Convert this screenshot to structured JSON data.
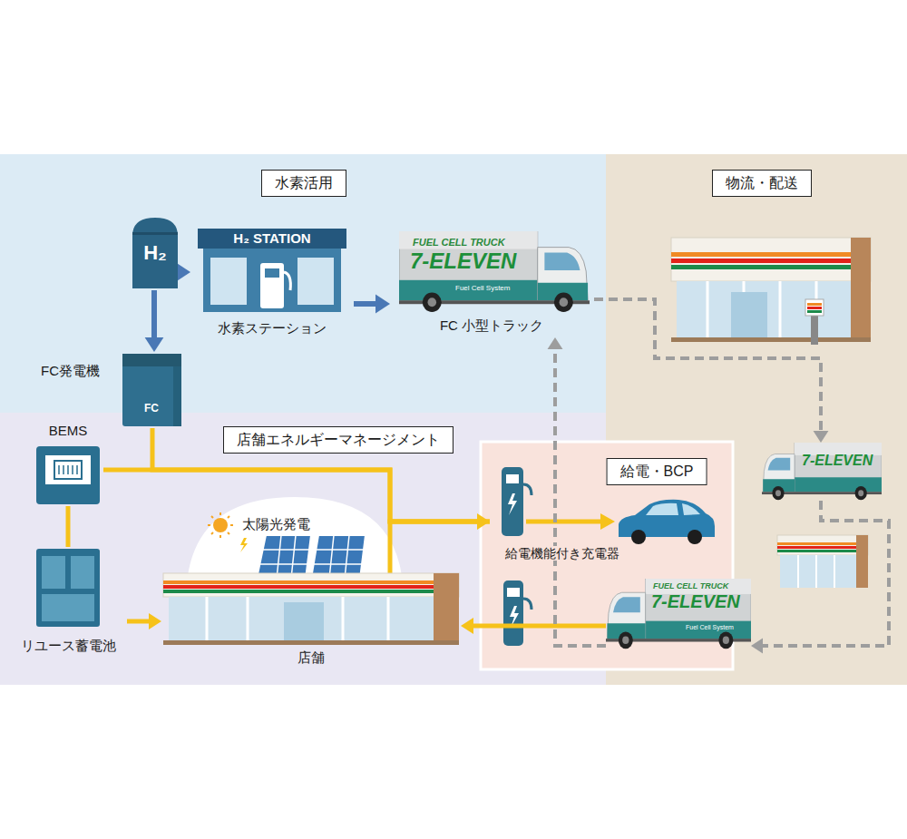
{
  "diagram": {
    "nodes": [
      {
        "text": [
          "水素活用"
        ]
      },
      {
        "text": [
          "H₂"
        ],
        "in": 0
      },
      {
        "text": [
          "H₂ STATION",
          "水素ステーション"
        ],
        "in": 0
      },
      {
        "text": [
          "FUEL CELL TRUCK",
          "7-ELEVEN",
          "Fuel Cell System",
          "FC 小型トラック"
        ],
        "in": 0
      },
      {
        "text": [
          "FC発電機",
          "FC"
        ],
        "in": 0
      },
      {
        "text": [
          "物流・配送"
        ]
      },
      {
        "text": [
          "7-ELEVEN"
        ],
        "in": 5
      },
      {
        "text": [
          "店舗エネルギーマネージメント"
        ]
      },
      {
        "text": [
          "BEMS"
        ],
        "in": 7
      },
      {
        "text": [
          "太陽光発電"
        ],
        "in": 7
      },
      {
        "text": [
          "店舗"
        ],
        "in": 7
      },
      {
        "text": [
          "リユース蓄電池"
        ],
        "in": 7
      },
      {
        "text": [
          "給電・BCP"
        ]
      },
      {
        "text": [
          "給電機能付き充電器"
        ],
        "in": 12
      },
      {
        "text": [
          "FUEL CELL TRUCK",
          "7-ELEVEN",
          "Fuel Cell System"
        ],
        "in": 12
      }
    ],
    "edges": [
      {
        "from": 1,
        "to": 2,
        "arrow": "to"
      },
      {
        "from": 2,
        "to": 3,
        "arrow": "to"
      },
      {
        "from": 1,
        "to": 4,
        "arrow": "to"
      },
      {
        "from": 4,
        "to": 13,
        "arrow": "to"
      },
      {
        "from": 8,
        "to": 13,
        "arrow": "none"
      },
      {
        "from": 10,
        "to": 13,
        "arrow": "none"
      },
      {
        "from": 8,
        "to": 11,
        "arrow": "none"
      },
      {
        "from": 11,
        "to": 10,
        "arrow": "to"
      },
      {
        "from": 14,
        "to": 10,
        "arrow": "to"
      },
      {
        "from": 3,
        "to": 6,
        "arrow": "to"
      },
      {
        "from": 6,
        "to": 14,
        "arrow": "to"
      },
      {
        "from": 14,
        "to": 3,
        "arrow": "to"
      }
    ]
  }
}
